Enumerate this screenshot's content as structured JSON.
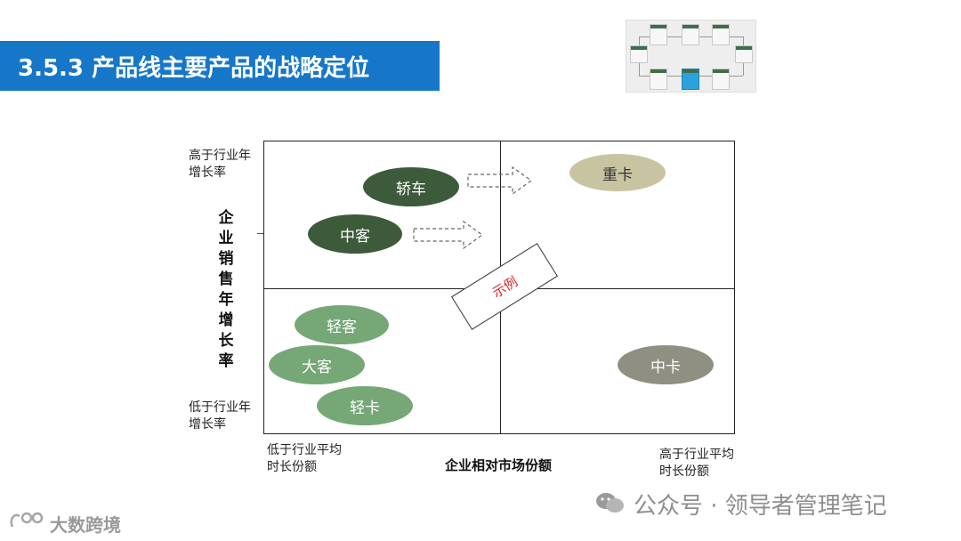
{
  "header": {
    "title": "3.5.3 产品线主要产品的战略定位"
  },
  "matrix": {
    "y_axis_label": "企业销售年增长率",
    "y_axis_chars": [
      "企",
      "业",
      "销",
      "售",
      "年",
      "增",
      "长",
      "率"
    ],
    "x_axis_label": "企业相对市场份额",
    "y_high": "高于行业年增长率",
    "y_low": "低于行业年增长率",
    "x_low": "低于行业平均时长份额",
    "x_high": "高于行业平均时长份额",
    "sample_stamp": "示例",
    "products": {
      "sedan": "轿车",
      "midbus": "中客",
      "heavytruck": "重卡",
      "lightbus": "轻客",
      "bigbus": "大客",
      "lighttruck": "轻卡",
      "midtruck": "中卡"
    }
  },
  "watermarks": {
    "wechat": "公众号 · 领导者管理笔记",
    "brand": "大数跨境"
  },
  "colors": {
    "title_bar": "#1677c9",
    "dark_green": "#3d5a3b",
    "light_green": "#76a777",
    "tan": "#c8c4a1",
    "gray": "#8f8f82",
    "sample_red": "#d9232a"
  }
}
